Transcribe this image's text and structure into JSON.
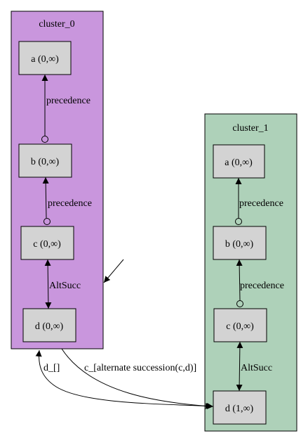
{
  "clusters": {
    "c0": {
      "title": "cluster_0",
      "fill": "#c996dd"
    },
    "c1": {
      "title": "cluster_1",
      "fill": "#aed1b9"
    }
  },
  "nodes": {
    "c0_a": "a (0,∞)",
    "c0_b": "b (0,∞)",
    "c0_c": "c (0,∞)",
    "c0_d": "d (0,∞)",
    "c1_a": "a (0,∞)",
    "c1_b": "b (0,∞)",
    "c1_c": "c (0,∞)",
    "c1_d": "d (1,∞)"
  },
  "node_fill": "#d3d3d3",
  "edges": {
    "c0_ba": "precedence",
    "c0_cb": "precedence",
    "c0_cd": "AltSucc",
    "c1_ba": "precedence",
    "c1_cb": "precedence",
    "c1_cd": "AltSucc",
    "cross_d": "d_[]",
    "cross_c": "c_[alternate succession(c,d)]"
  }
}
